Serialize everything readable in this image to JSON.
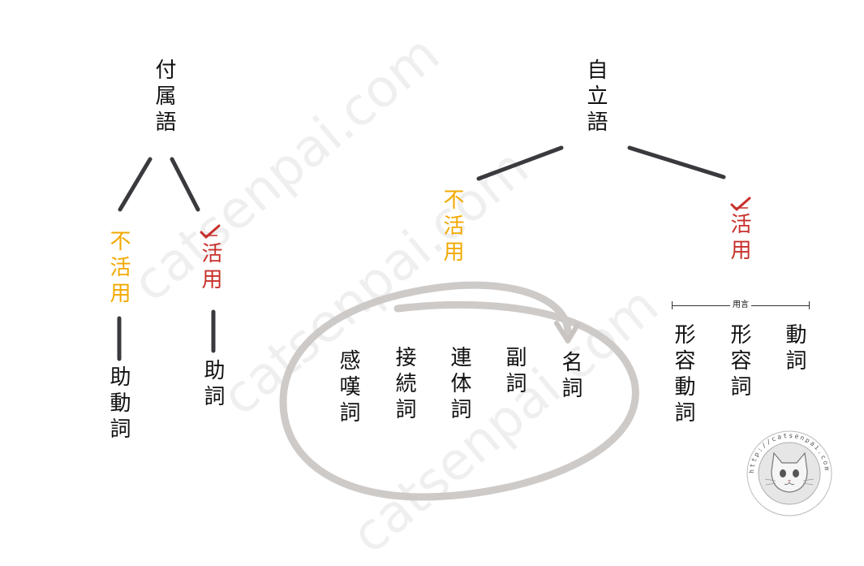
{
  "diagram": {
    "root_left": "付属語",
    "root_right": "自立語",
    "left_branches": {
      "non_conjugating": "不活用",
      "conjugating": "活用"
    },
    "right_branches": {
      "non_conjugating": "不活用",
      "conjugating": "活用"
    },
    "left_leaves": {
      "auxiliary_verb": "助動詞",
      "particle": "助詞"
    },
    "non_conjugating_words": [
      "名詞",
      "副詞",
      "連体詞",
      "接続詞",
      "感嘆詞"
    ],
    "conjugating_words": [
      "動詞",
      "形容詞",
      "形容動詞"
    ],
    "bracket_label": "用言"
  },
  "watermark": "catsenpai.com",
  "stamp_text": "http://catsenpai.com",
  "colors": {
    "ink": "#111111",
    "line": "#3a3a3e",
    "orange": "#f2a900",
    "red": "#c8302b",
    "circle": "#c9c4c2"
  }
}
